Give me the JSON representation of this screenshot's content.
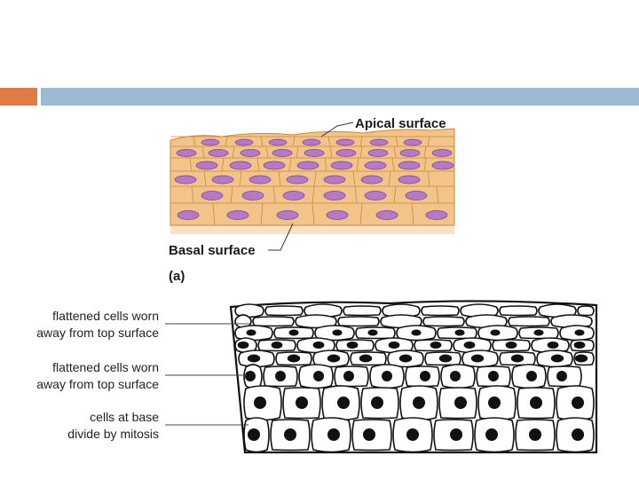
{
  "header": {
    "accent_left": "#E07B45",
    "accent_right": "#9DBAD5"
  },
  "diagram_a": {
    "apical_label": "Apical surface",
    "basal_label": "Basal surface",
    "panel_label": "(a)",
    "cell_fill": "#F2C48A",
    "cell_border": "#C98A3E",
    "nucleus_fill": "#B47AC6",
    "nucleus_border": "#7A3F8C",
    "basement_fill": "#F8E2C2"
  },
  "diagram_b": {
    "labels": [
      {
        "line1": "flattened cells worn",
        "line2": "away from top surface"
      },
      {
        "line1": "flattened cells worn",
        "line2": "away from top surface"
      },
      {
        "line1": "cells at base",
        "line2": "divide by mitosis"
      }
    ]
  }
}
